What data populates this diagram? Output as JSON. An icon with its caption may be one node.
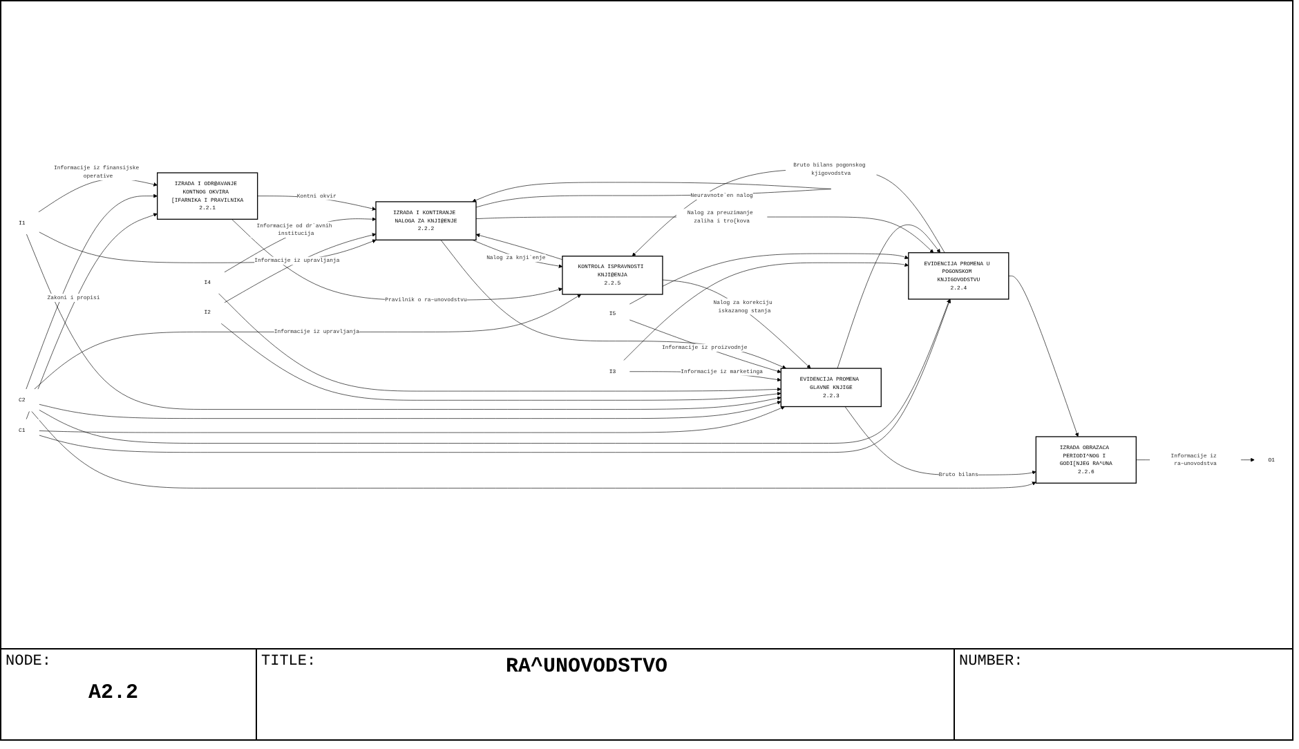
{
  "diagram": {
    "title": "RA^UNOVODSTVO",
    "nodes": [
      {
        "text": [
          "IZRADA I ODR@AVANJE KONTNOG OKVIRA [IFARNIKA I PRAVILNIKA",
          "2.2.1"
        ]
      },
      {
        "text": [
          "IZRADA I KONTIRANJE NALOGA ZA KNJI@ENJE",
          "2.2.2"
        ]
      },
      {
        "text": [
          "EVIDENCIJA PROMENA GLAVNE KNJIGE",
          "2.2.3"
        ]
      },
      {
        "text": [
          "EVIDENCIJA PROMENA U POGONSKOM KNJIGOVODSTVU",
          "2.2.4"
        ]
      },
      {
        "text": [
          "KONTROLA ISPRAVNOSTI KNJI@ENJA",
          "2.2.5"
        ]
      },
      {
        "text": [
          "IZRADA OBRAZACA PERIODI^NOG I GODI[NJEG RA^UNA",
          "2.2.6"
        ]
      },
      {
        "text": [
          "C1"
        ]
      },
      {
        "text": [
          "C2"
        ]
      },
      {
        "text": [
          "I1"
        ]
      },
      {
        "text": [
          "I2"
        ]
      },
      {
        "text": [
          "I4"
        ]
      },
      {
        "text": [
          "I3"
        ]
      },
      {
        "text": [
          "I5"
        ]
      },
      {
        "text": [
          "O1"
        ]
      }
    ],
    "edges": [
      {
        "from": 6,
        "to": 0,
        "arrow": "to",
        "label": "Zakoni i propisi"
      },
      {
        "from": 6,
        "to": 2,
        "arrow": "to"
      },
      {
        "from": 6,
        "to": 3,
        "arrow": "to"
      },
      {
        "from": 7,
        "to": 4,
        "arrow": "to",
        "label": "Informacije iz upravljanja"
      },
      {
        "from": 7,
        "to": 0,
        "arrow": "to"
      },
      {
        "from": 7,
        "to": 2,
        "arrow": "to"
      },
      {
        "from": 7,
        "to": 3,
        "arrow": "to"
      },
      {
        "from": 7,
        "to": 5,
        "arrow": "to"
      },
      {
        "from": 8,
        "to": 0,
        "arrow": "to",
        "label": "Informacije iz finansijske operative"
      },
      {
        "from": 8,
        "to": 1,
        "arrow": "to"
      },
      {
        "from": 8,
        "to": 2,
        "arrow": "to"
      },
      {
        "from": 9,
        "to": 1,
        "arrow": "to",
        "label": "Informacije iz upravljanja"
      },
      {
        "from": 9,
        "to": 2,
        "arrow": "to"
      },
      {
        "from": 10,
        "to": 1,
        "arrow": "to",
        "label": "Informacije od dr`avnih institucija"
      },
      {
        "from": 10,
        "to": 2,
        "arrow": "to"
      },
      {
        "from": 11,
        "to": 2,
        "arrow": "to",
        "label": "Informacije iz marketinga"
      },
      {
        "from": 11,
        "to": 3,
        "arrow": "to"
      },
      {
        "from": 12,
        "to": 2,
        "arrow": "to",
        "label": "Informacije iz proizvodnje"
      },
      {
        "from": 12,
        "to": 3,
        "arrow": "to"
      },
      {
        "from": 0,
        "to": 1,
        "arrow": "to",
        "label": "Kontni okvir"
      },
      {
        "from": 0,
        "to": 4,
        "arrow": "to",
        "label": "Pravilnik o ra~unovodstvu"
      },
      {
        "from": 1,
        "to": 4,
        "arrow": "to",
        "label": "Nalog za knji`enje"
      },
      {
        "from": 1,
        "to": 3,
        "arrow": "to",
        "label": "Nalog za preuzimanje zaliha i tro{kova"
      },
      {
        "from": 1,
        "to": 1,
        "arrow": "to",
        "label": "Neuravnote`en nalog"
      },
      {
        "from": 1,
        "to": 2,
        "arrow": "to"
      },
      {
        "from": 2,
        "to": 5,
        "arrow": "to",
        "label": "Bruto bilans"
      },
      {
        "from": 2,
        "to": 3,
        "arrow": "to"
      },
      {
        "from": 3,
        "to": 4,
        "arrow": "to",
        "label": "Bruto bilans pogonskog kjigovodstva"
      },
      {
        "from": 3,
        "to": 5,
        "arrow": "to"
      },
      {
        "from": 4,
        "to": 2,
        "arrow": "to",
        "label": "Nalog za korekciju iskazanog stanja"
      },
      {
        "from": 4,
        "to": 1,
        "arrow": "to"
      },
      {
        "from": 5,
        "to": 13,
        "arrow": "to",
        "label": "Informacije iz ra~unovodstva"
      }
    ],
    "labels": [
      "NODE:",
      "A2.2",
      "TITLE:",
      "NUMBER:"
    ]
  }
}
